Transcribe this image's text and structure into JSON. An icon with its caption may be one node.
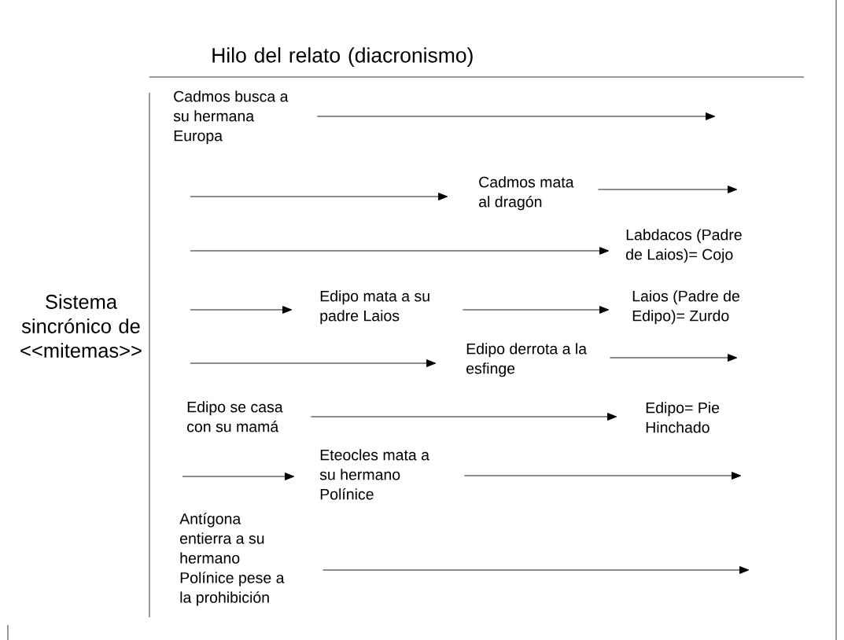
{
  "diagram": {
    "nodes": [
      {
        "text": [
          "Cadmos busca a su hermana Europa"
        ]
      },
      {
        "text": [
          "Cadmos mata al dragón"
        ]
      },
      {
        "text": [
          "Labdacos (Padre de Laios)= Cojo"
        ]
      },
      {
        "text": [
          "Edipo mata a su padre Laios"
        ]
      },
      {
        "text": [
          "Laios (Padre de Edipo)= Zurdo"
        ]
      },
      {
        "text": [
          "Edipo derrota a la esfinge"
        ]
      },
      {
        "text": [
          "Edipo se casa con su mamá"
        ]
      },
      {
        "text": [
          "Edipo= Pie Hinchado"
        ]
      },
      {
        "text": [
          "Eteocles mata a su hermano Polínice"
        ]
      },
      {
        "text": [
          "Antígona entierra a su hermano Polínice pese a la prohibición"
        ]
      }
    ],
    "edges": [
      {
        "from": 0,
        "to": null,
        "arrow": "to"
      },
      {
        "from": null,
        "to": 1,
        "arrow": "to"
      },
      {
        "from": 1,
        "to": null,
        "arrow": "to"
      },
      {
        "from": null,
        "to": 2,
        "arrow": "to"
      },
      {
        "from": null,
        "to": 3,
        "arrow": "to"
      },
      {
        "from": 3,
        "to": 4,
        "arrow": "to"
      },
      {
        "from": null,
        "to": 5,
        "arrow": "to"
      },
      {
        "from": 5,
        "to": null,
        "arrow": "to"
      },
      {
        "from": 6,
        "to": 7,
        "arrow": "to"
      },
      {
        "from": null,
        "to": 8,
        "arrow": "to"
      },
      {
        "from": 8,
        "to": null,
        "arrow": "to"
      },
      {
        "from": 9,
        "to": null,
        "arrow": "to"
      }
    ],
    "labels": [
      "Hilo del relato (diacronismo)",
      "Sistema sincrónico de <<mitemas>>"
    ]
  }
}
